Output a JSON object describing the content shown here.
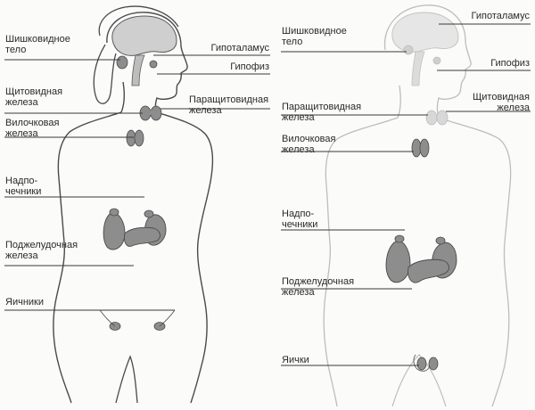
{
  "colors": {
    "background": "#fbfbfa",
    "outline_dark": "#4a4a4a",
    "outline_faint": "#bdbdbd",
    "organ_fill": "#8d8d8d",
    "brain_fill": "#cfcfcf",
    "leader_line": "#3a3a3a"
  },
  "female": {
    "labels": {
      "pineal": "Шишковидное\nтело",
      "hypothalamus": "Гипоталамус",
      "pituitary": "Гипофиз",
      "thyroid": "Щитовидная\nжелеза",
      "parathyroid": "Паращитовидная\nжелеза",
      "thymus": "Вилочковая\nжелеза",
      "adrenal": "Надпо-\nчечники",
      "pancreas": "Поджелудочная\nжелеза",
      "ovaries": "Яичники"
    }
  },
  "male": {
    "labels": {
      "pineal": "Шишковидное\nтело",
      "hypothalamus": "Гипоталамус",
      "pituitary": "Гипофиз",
      "parathyroid": "Паращитовидная\nжелеза",
      "thyroid": "Щитовидная\nжелеза",
      "thymus": "Вилочковая\nжелеза",
      "adrenal": "Надпо-\nчечники",
      "pancreas": "Поджелудочная\nжелеза",
      "testes": "Яички"
    }
  }
}
